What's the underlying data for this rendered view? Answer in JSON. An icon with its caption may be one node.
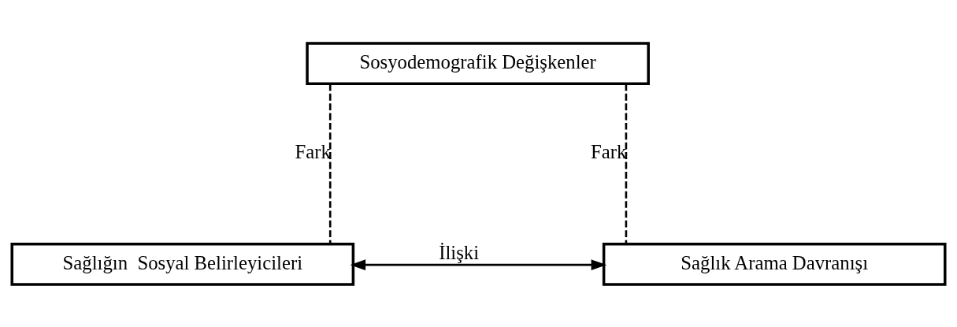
{
  "diagram": {
    "nodes": [
      {
        "text": [
          "Sosyodemografik Değişkenler"
        ]
      },
      {
        "text": [
          "Sağlığın  Sosyal Belirleyicileri"
        ]
      },
      {
        "text": [
          "Sağlık Arama Davranışı"
        ]
      }
    ],
    "edges": [
      {
        "from": 0,
        "to": 1,
        "arrow": "none",
        "style": "dashed",
        "label": "Fark"
      },
      {
        "from": 0,
        "to": 2,
        "arrow": "none",
        "style": "dashed",
        "label": "Fark"
      },
      {
        "from": 1,
        "to": 2,
        "arrow": "both",
        "label": "İlişki"
      }
    ]
  }
}
